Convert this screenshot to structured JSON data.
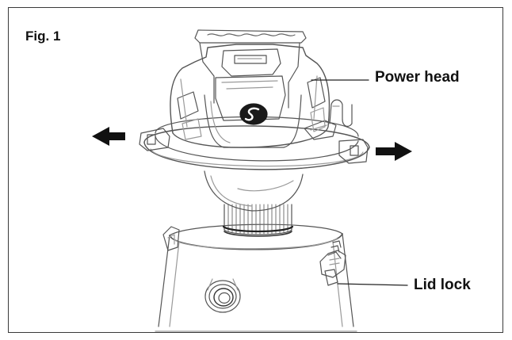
{
  "figure": {
    "title": "Fig. 1",
    "callouts": {
      "power_head": "Power head",
      "lid_lock": "Lid lock"
    }
  },
  "colors": {
    "ink": "#111111",
    "line": "#555555",
    "light_line": "#9a9a9a",
    "background": "#ffffff"
  },
  "icons": [
    "arrow-left-icon",
    "arrow-right-icon",
    "brand-logo-icon"
  ]
}
